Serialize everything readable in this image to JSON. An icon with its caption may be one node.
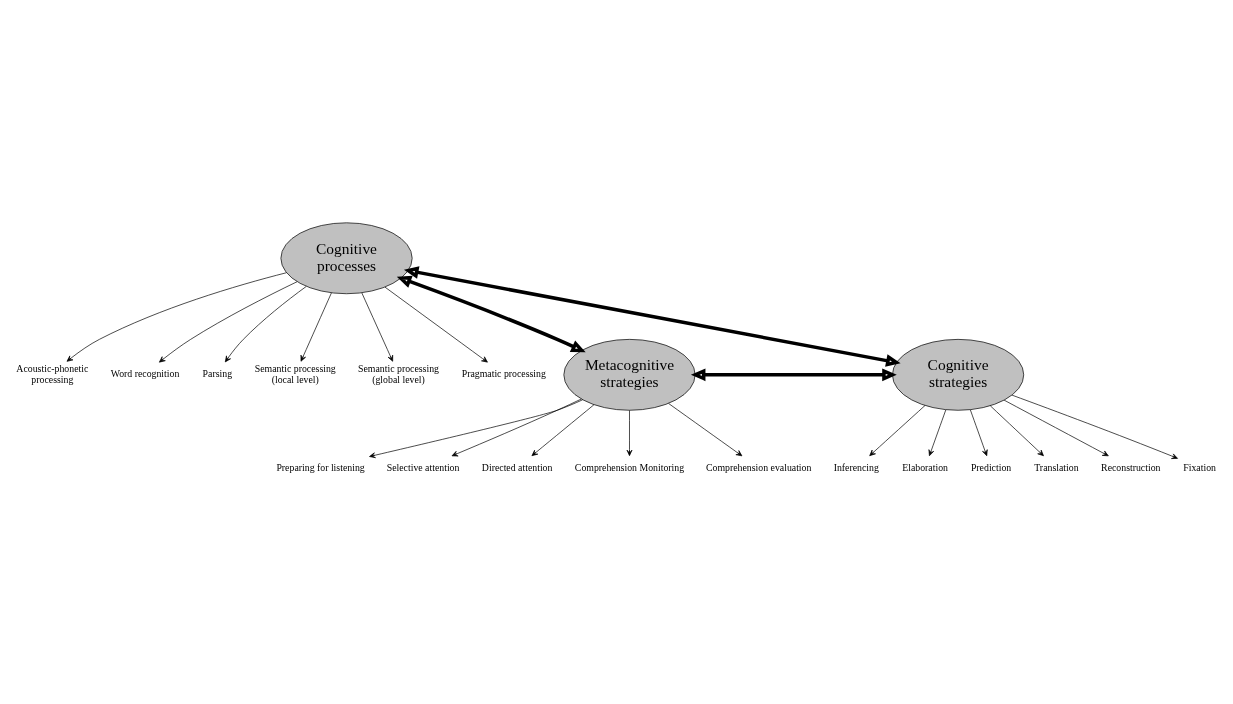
{
  "diagram": {
    "nodes": [
      {
        "text": [
          "Cognitive processes"
        ]
      },
      {
        "text": [
          "Acoustic-phonetic processing"
        ]
      },
      {
        "text": [
          "Word recognition"
        ]
      },
      {
        "text": [
          "Parsing"
        ]
      },
      {
        "text": [
          "Semantic processing (local level)"
        ]
      },
      {
        "text": [
          "Semantic processing (global level)"
        ]
      },
      {
        "text": [
          "Pragmatic processing"
        ]
      },
      {
        "text": [
          "Metacognitive strategies"
        ]
      },
      {
        "text": [
          "Preparing for listening"
        ]
      },
      {
        "text": [
          "Selective attention"
        ]
      },
      {
        "text": [
          "Directed attention"
        ]
      },
      {
        "text": [
          "Comprehension Monitoring"
        ]
      },
      {
        "text": [
          "Comprehension evaluation"
        ]
      },
      {
        "text": [
          "Cognitive strategies"
        ]
      },
      {
        "text": [
          "Inferencing"
        ]
      },
      {
        "text": [
          "Elaboration"
        ]
      },
      {
        "text": [
          "Prediction"
        ]
      },
      {
        "text": [
          "Translation"
        ]
      },
      {
        "text": [
          "Reconstruction"
        ]
      },
      {
        "text": [
          "Fixation"
        ]
      }
    ],
    "edges": [
      {
        "from": 0,
        "to": 1,
        "arrow": "to"
      },
      {
        "from": 0,
        "to": 2,
        "arrow": "to"
      },
      {
        "from": 0,
        "to": 3,
        "arrow": "to"
      },
      {
        "from": 0,
        "to": 4,
        "arrow": "to"
      },
      {
        "from": 0,
        "to": 5,
        "arrow": "to"
      },
      {
        "from": 0,
        "to": 6,
        "arrow": "to"
      },
      {
        "from": 0,
        "to": 7,
        "arrow": "both",
        "style": "thick"
      },
      {
        "from": 0,
        "to": 13,
        "arrow": "both",
        "style": "thick"
      },
      {
        "from": 7,
        "to": 13,
        "arrow": "both",
        "style": "thick"
      },
      {
        "from": 7,
        "to": 8,
        "arrow": "to"
      },
      {
        "from": 7,
        "to": 9,
        "arrow": "to"
      },
      {
        "from": 7,
        "to": 10,
        "arrow": "to"
      },
      {
        "from": 7,
        "to": 11,
        "arrow": "to"
      },
      {
        "from": 7,
        "to": 12,
        "arrow": "to"
      },
      {
        "from": 13,
        "to": 14,
        "arrow": "to"
      },
      {
        "from": 13,
        "to": 15,
        "arrow": "to"
      },
      {
        "from": 13,
        "to": 16,
        "arrow": "to"
      },
      {
        "from": 13,
        "to": 17,
        "arrow": "to"
      },
      {
        "from": 13,
        "to": 18,
        "arrow": "to"
      },
      {
        "from": 13,
        "to": 19,
        "arrow": "to"
      }
    ]
  }
}
